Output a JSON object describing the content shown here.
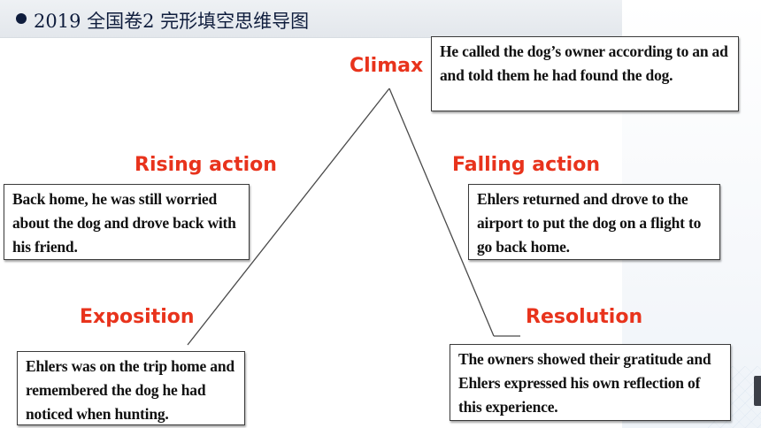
{
  "header": {
    "title": "2019 全国卷2 完形填空思维导图"
  },
  "stages": {
    "climax": {
      "label": "Climax",
      "text": "He called the dog’s owner according to an ad and told them he had found the dog."
    },
    "rising_action": {
      "label": "Rising action",
      "text": "Back home, he was still worried about the dog and drove back with his friend."
    },
    "falling_action": {
      "label": "Falling action",
      "text": "Ehlers returned and drove to the airport to put the dog on a flight to go back home."
    },
    "exposition": {
      "label": "Exposition",
      "text": "Ehlers was on the trip home and remembered the dog he had noticed when hunting."
    },
    "resolution": {
      "label": "Resolution",
      "text": "The owners showed their gratitude and Ehlers expressed his own reflection of this experience."
    }
  },
  "colors": {
    "label": "#e8331c",
    "line": "#4a4a4a",
    "header_text": "#0f1d3d"
  }
}
